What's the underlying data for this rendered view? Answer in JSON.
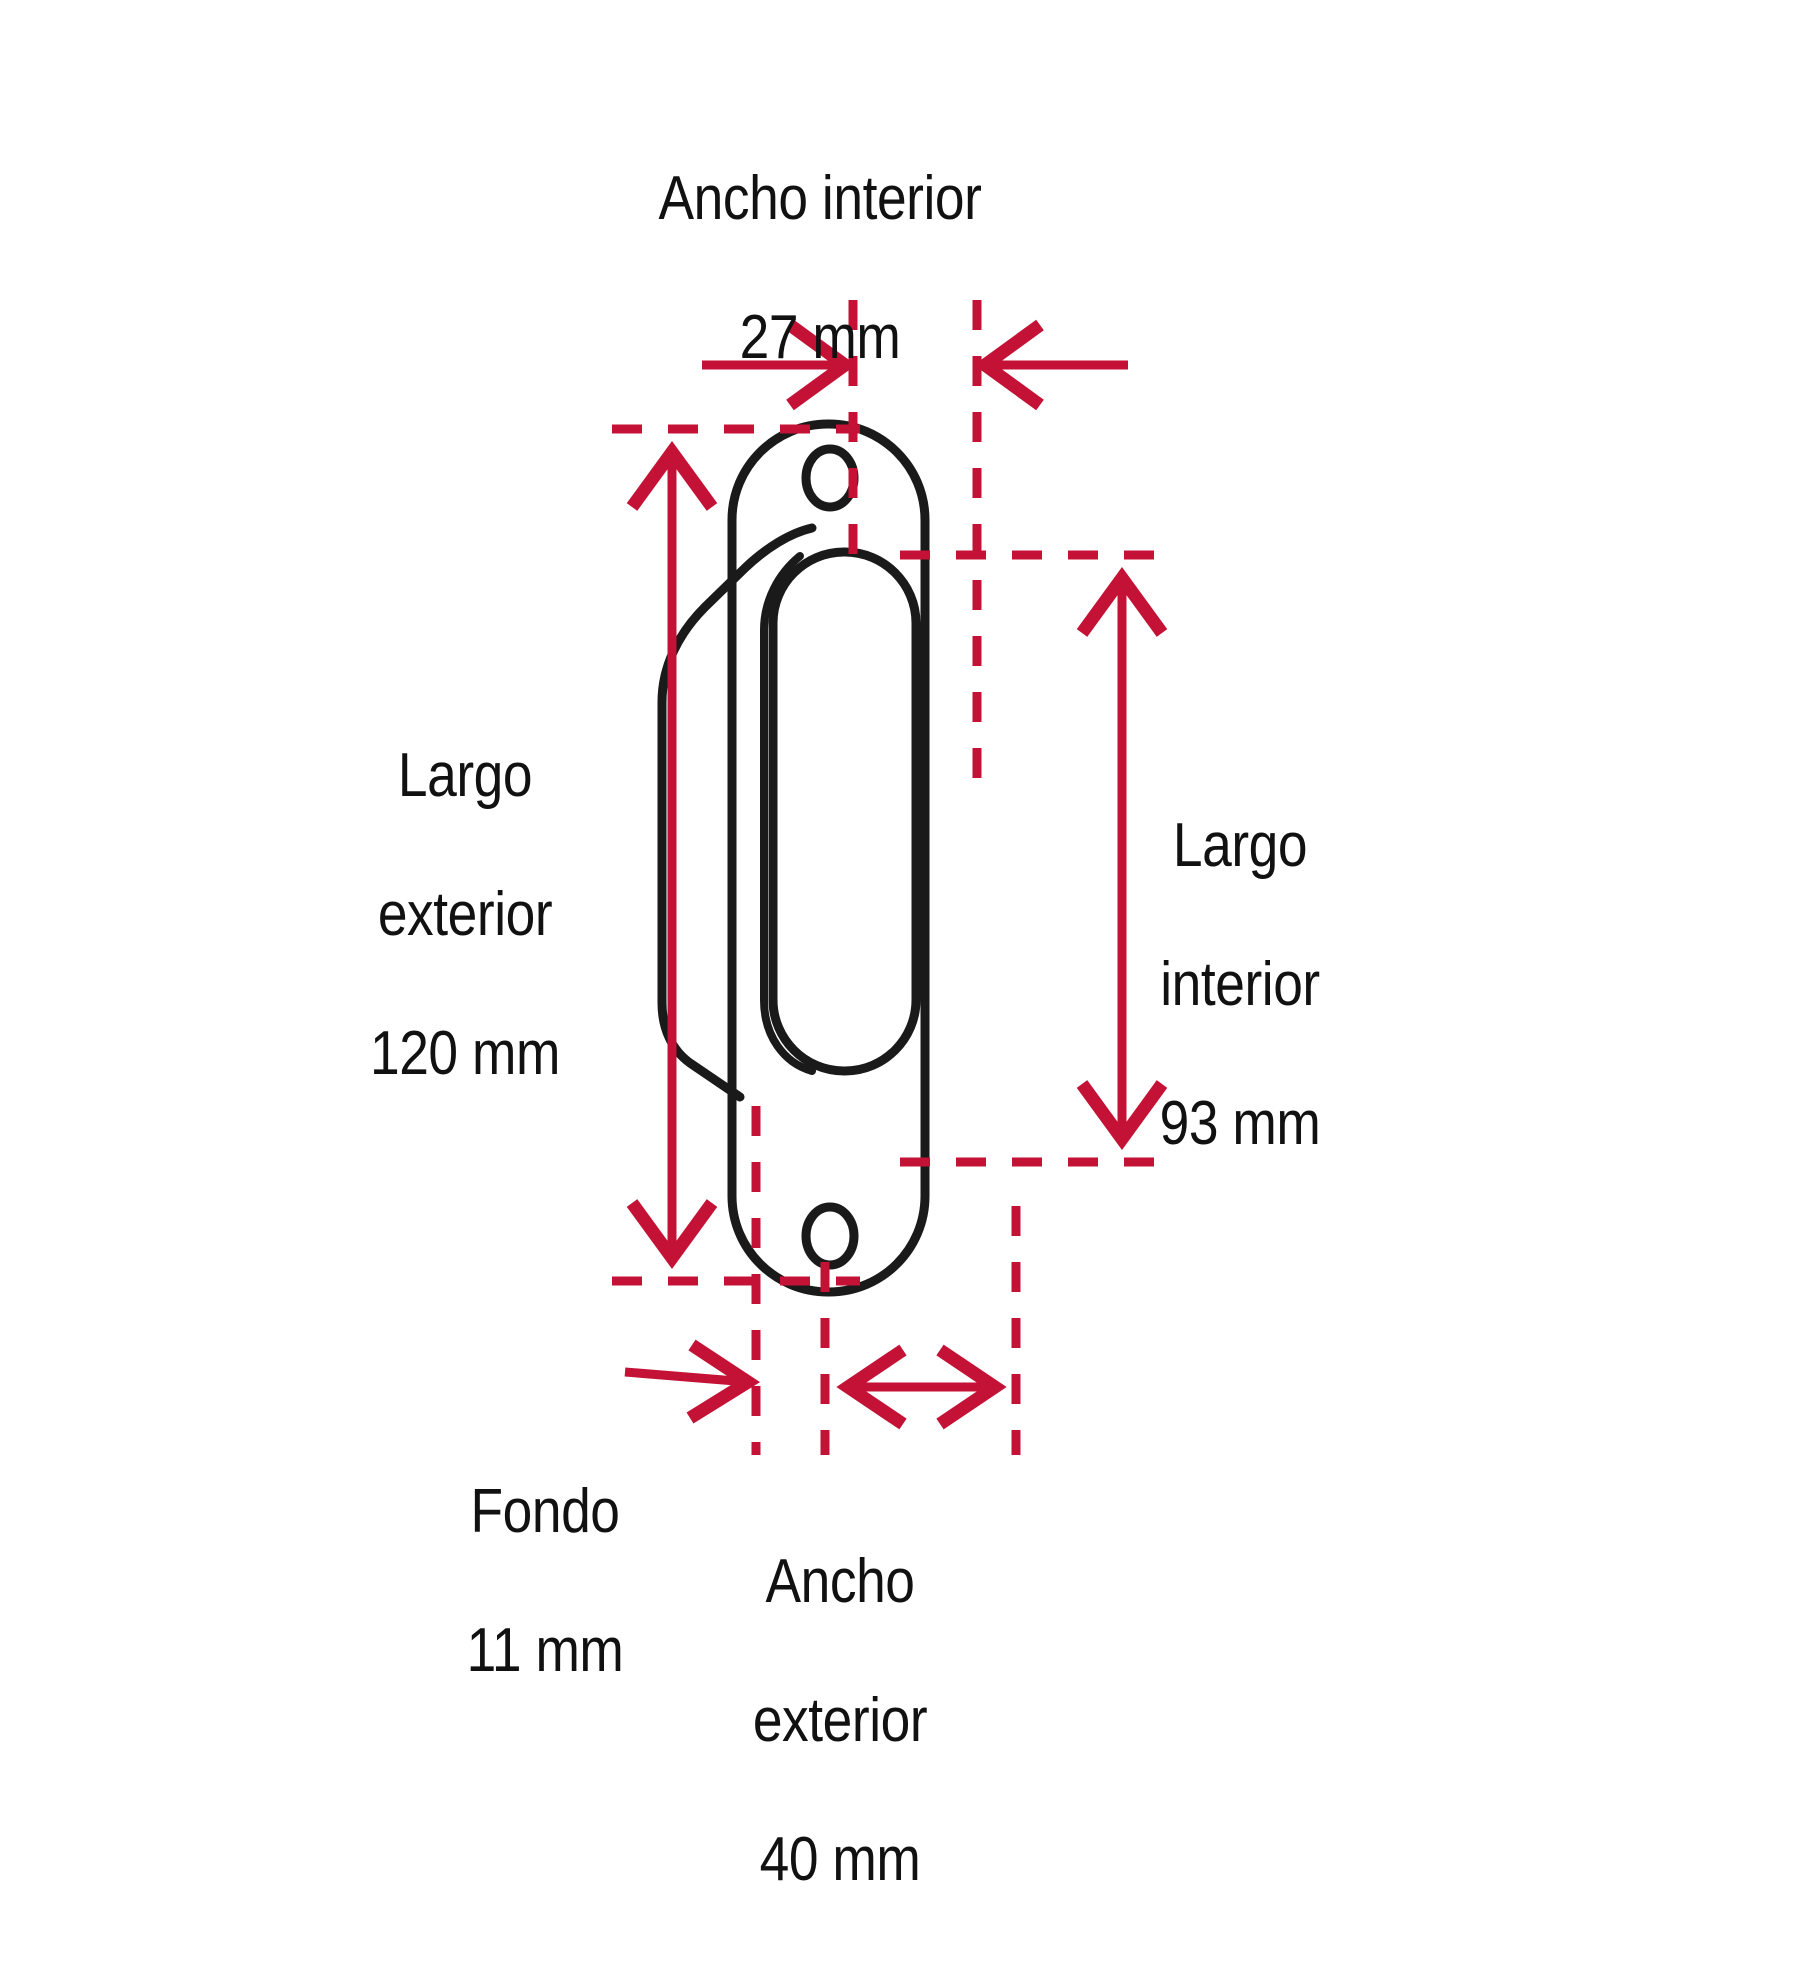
{
  "figure": {
    "kind": "technical-dimension-drawing",
    "subject": "Jaladera de embutir / flush pull handle",
    "language": "es",
    "unit": "mm",
    "background_color": "#FFFFFF",
    "dimension_color": "#C41236",
    "outline_color": "#1A1A1A"
  },
  "dimensions": {
    "ancho_interior": {
      "name": "Ancho interior",
      "value": "27 mm",
      "number": 27,
      "orientation": "horizontal",
      "position": "top"
    },
    "largo_exterior": {
      "name_line1": "Largo",
      "name_line2": "exterior",
      "value": "120 mm",
      "number": 120,
      "orientation": "vertical",
      "position": "left"
    },
    "largo_interior": {
      "name_line1": "Largo",
      "name_line2": "interior",
      "value": "93 mm",
      "number": 93,
      "orientation": "vertical",
      "position": "right"
    },
    "fondo": {
      "name": "Fondo",
      "value": "11 mm",
      "number": 11,
      "orientation": "horizontal",
      "position": "bottom-left"
    },
    "ancho_exterior": {
      "name_line1": "Ancho",
      "name_line2": "exterior",
      "value": "40 mm",
      "number": 40,
      "orientation": "horizontal",
      "position": "bottom-center"
    }
  },
  "product": {
    "parts": [
      "placa-exterior",
      "cavidad-interior",
      "cara-de-fondo",
      "barreno-superior",
      "barreno-inferior"
    ]
  }
}
